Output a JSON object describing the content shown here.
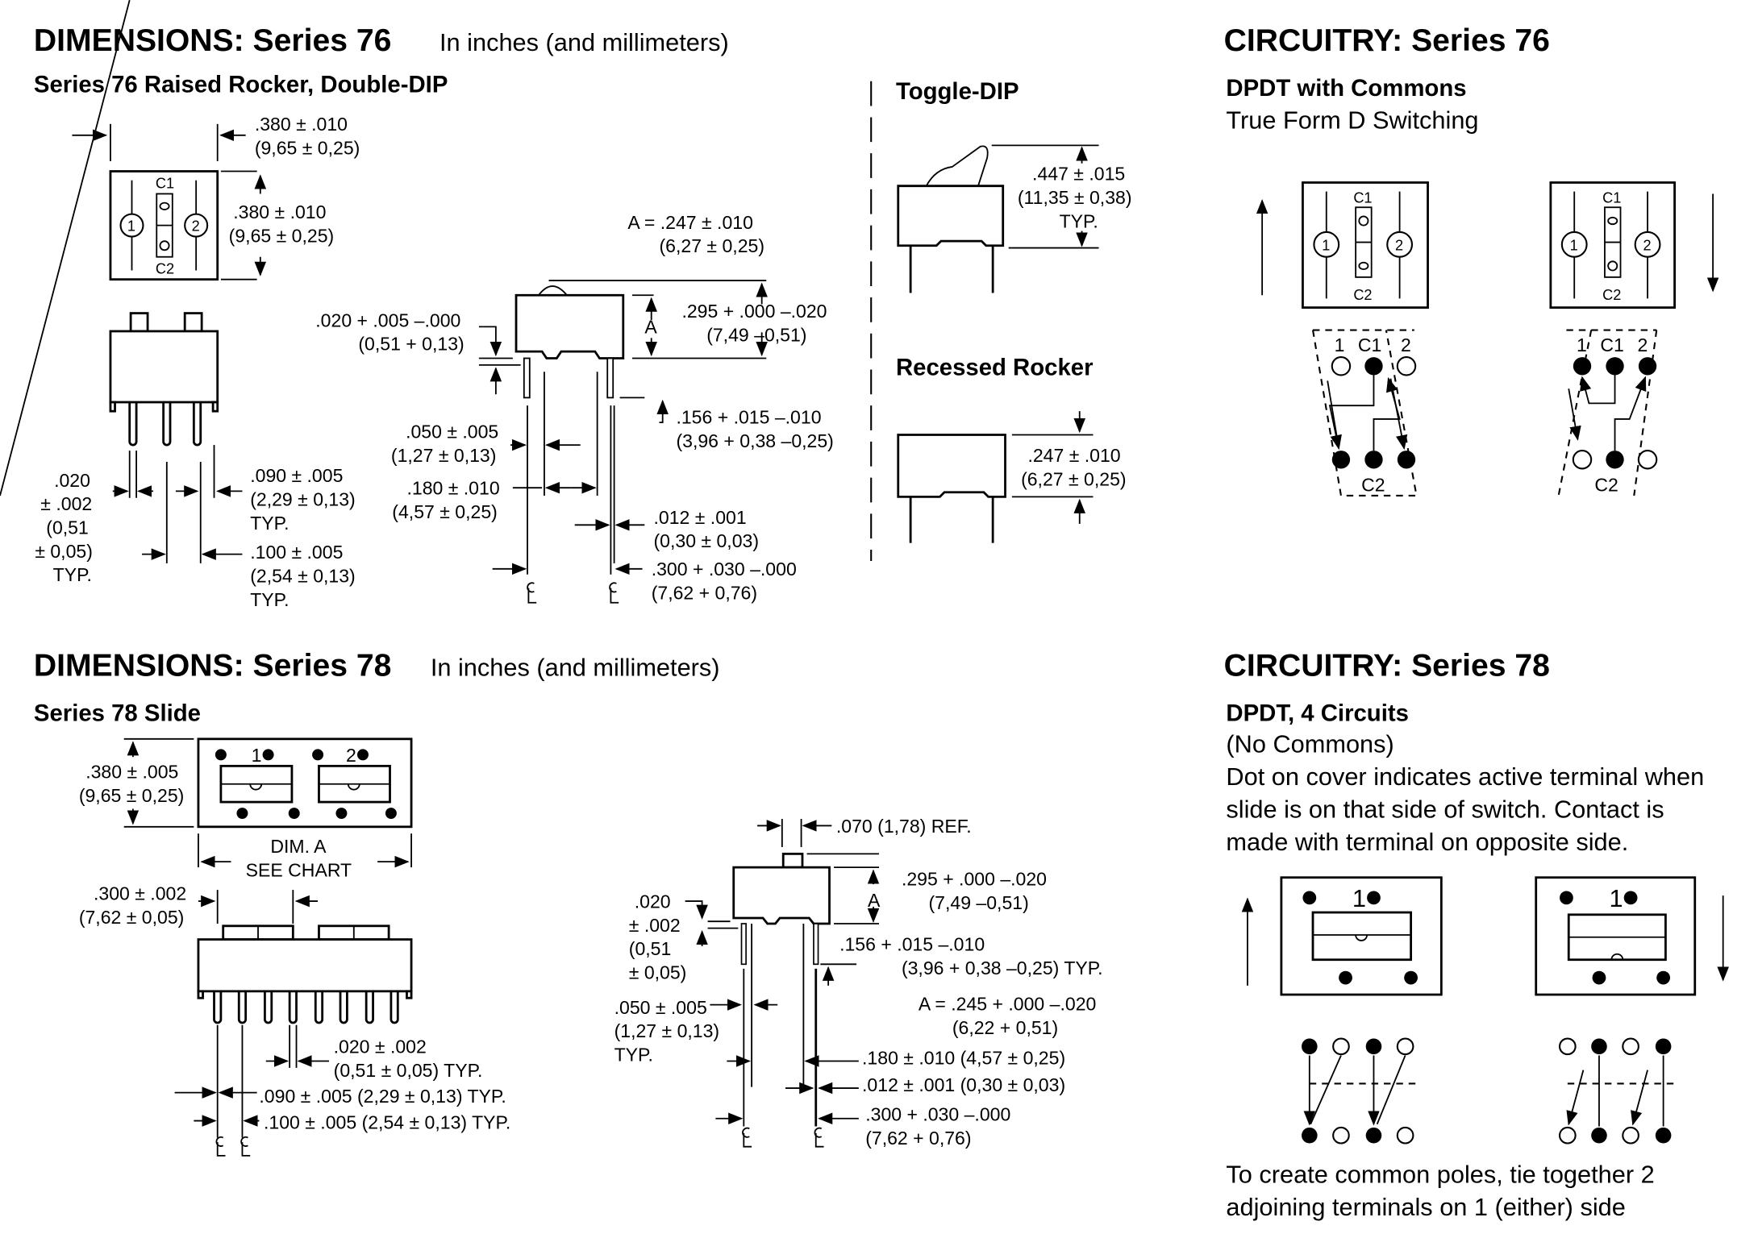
{
  "s76_dim": {
    "title": "DIMENSIONS: Series 76",
    "units": "In inches (and millimeters)",
    "subtitle": "Series 76 Raised Rocker, Double-DIP",
    "top_width": [
      ".380 ± .010",
      "(9,65 ± 0,25)"
    ],
    "top_height": [
      ".380 ± .010",
      "(9,65 ± 0,25)"
    ],
    "top_labels": [
      "C1",
      "C2",
      "1",
      "2"
    ],
    "a_value": [
      "A = .247 ± .010",
      "(6,27 ± 0,25)"
    ],
    "standoff": [
      ".020 + .005 –.000",
      "(0,51 + 0,13)"
    ],
    "a_label": "A",
    "height": [
      ".295 + .000 –.020",
      "(7,49 –0,51)"
    ],
    "pin_length": [
      ".156 + .015 –.010",
      "(3,96 + 0,38 –0,25)"
    ],
    "pin_offset": [
      ".050 ± .005",
      "(1,27 ± 0,13)"
    ],
    "pin_span": [
      ".180 ± .010",
      "(4,57 ± 0,25)"
    ],
    "pin_thick": [
      ".012 ± .001",
      "(0,30 ± 0,03)"
    ],
    "row_space": [
      ".300 + .030 –.000",
      "(7,62 + 0,76)"
    ],
    "pin_width": [
      ".020",
      "± .002",
      "(0,51",
      "± 0,05)",
      "TYP."
    ],
    "pin_space": [
      ".090 ± .005",
      "(2,29 ± 0,13)",
      "TYP."
    ],
    "pin_pitch": [
      ".100 ± .005",
      "(2,54 ± 0,13)",
      "TYP."
    ],
    "centerline": "CL"
  },
  "toggle": {
    "title": "Toggle-DIP",
    "height": [
      ".447 ± .015",
      "(11,35 ± 0,38)",
      "TYP."
    ]
  },
  "recessed": {
    "title": "Recessed Rocker",
    "height": [
      ".247 ± .010",
      "(6,27 ± 0,25)"
    ]
  },
  "s76_circ": {
    "title": "CIRCUITRY: Series 76",
    "subtitle": "DPDT with Commons",
    "desc": "True Form D Switching",
    "labels": [
      "C1",
      "C2",
      "1",
      "2"
    ]
  },
  "s78_dim": {
    "title": "DIMENSIONS: Series 78",
    "units": "In inches (and millimeters)",
    "subtitle": "Series 78 Slide",
    "top_labels": [
      "1",
      "2"
    ],
    "top_height": [
      ".380 ± .005",
      "(9,65 ± 0,25)"
    ],
    "dim_a": [
      "DIM. A",
      "SEE CHART"
    ],
    "row_space": [
      ".300 ± .002",
      "(7,62 ± 0,05)"
    ],
    "pin_width": [
      ".020 ± .002",
      "(0,51 ± 0,05) TYP."
    ],
    "pin_space": ".090 ± .005 (2,29 ± 0,13) TYP.",
    "pin_pitch": ".100 ± .005 (2,54 ± 0,13) TYP.",
    "actuator": ".070 (1,78) REF.",
    "standoff": [
      ".020",
      "± .002",
      "(0,51",
      "± 0,05)"
    ],
    "height": [
      ".295 + .000 –.020",
      "(7,49 –0,51)"
    ],
    "a_label": "A",
    "pin_length": [
      ".156 + .015 –.010",
      "(3,96 + 0,38 –0,25) TYP."
    ],
    "a_value": [
      "A = .245 + .000 –.020",
      "(6,22 + 0,51)"
    ],
    "pin_offset": [
      ".050 ± .005",
      "(1,27 ± 0,13)",
      "TYP."
    ],
    "pin_span": ".180 ± .010 (4,57 ± 0,25)",
    "pin_thick": ".012 ± .001 (0,30 ± 0,03)",
    "side_row_space": [
      ".300 + .030 –.000",
      "(7,62 + 0,76)"
    ]
  },
  "s78_circ": {
    "title": "CIRCUITRY: Series 78",
    "subtitle": "DPDT, 4 Circuits",
    "lines": [
      "(No Commons)",
      "Dot on cover indicates active terminal when",
      "slide is on that side of switch. Contact is",
      "made with terminal on opposite side."
    ],
    "label": "1",
    "footer": [
      "To create common poles, tie together 2",
      "adjoining terminals on 1 (either) side"
    ]
  }
}
